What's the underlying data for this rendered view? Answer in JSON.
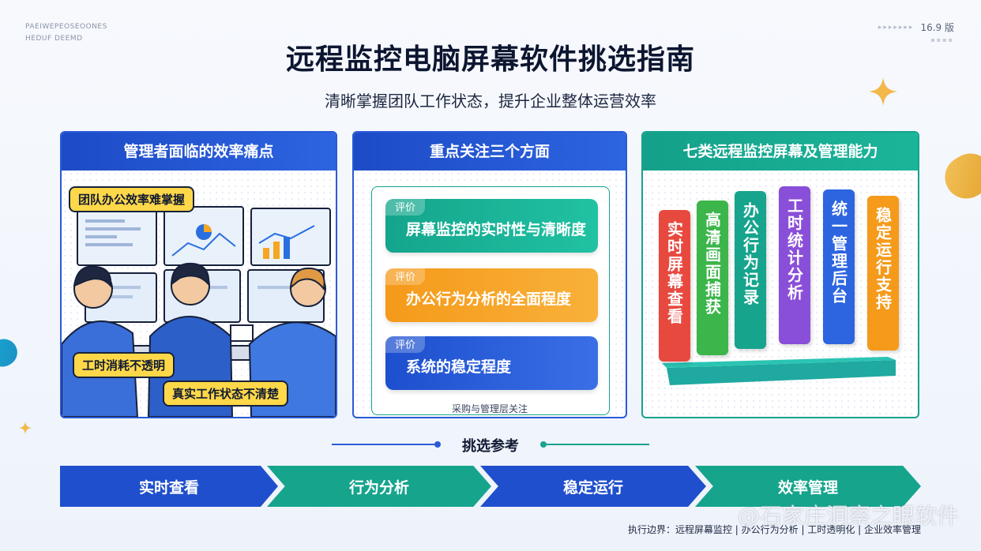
{
  "corner": {
    "top_left": [
      "PAEIWEPEOSEOONES",
      "HEDUF DEEMD"
    ],
    "version": "16.9 版"
  },
  "header": {
    "title": "远程监控电脑屏幕软件挑选指南",
    "subtitle": "清晰掌握团队工作状态，提升企业整体运营效率"
  },
  "panel1": {
    "title": "管理者面临的效率痛点",
    "callouts": [
      "团队办公效率难掌握",
      "工时消耗不透明",
      "真实工作状态不清楚"
    ]
  },
  "panel2": {
    "title": "重点关注三个方面",
    "items": [
      {
        "tag": "评价",
        "label": "屏幕监控的实时性与清晰度"
      },
      {
        "tag": "评价",
        "label": "办公行为分析的全面程度"
      },
      {
        "tag": "评价",
        "label": "系统的稳定程度"
      }
    ],
    "footnote": "采购与管理层关注"
  },
  "panel3": {
    "title": "七类远程监控屏幕及管理能力",
    "bars": [
      "实时屏幕查看",
      "高清画面捕获",
      "办公行为记录",
      "工时统计分析",
      "统一管理后台",
      "稳定运行支持"
    ]
  },
  "reference": {
    "title": "挑选参考",
    "steps": [
      "实时查看",
      "行为分析",
      "稳定运行",
      "效率管理"
    ]
  },
  "footer": {
    "note": "执行边界：远程屏幕监控 | 办公行为分析 | 工时透明化 | 企业效率管理",
    "watermark": "@石家庄洞察之眼软件"
  },
  "colors": {
    "blue": "#2a5bd6",
    "teal": "#17a38e",
    "orange": "#f59a1a",
    "yellow": "#ffd84a",
    "red": "#e8493f",
    "green": "#3cb54a",
    "purple": "#8a4fd8"
  }
}
